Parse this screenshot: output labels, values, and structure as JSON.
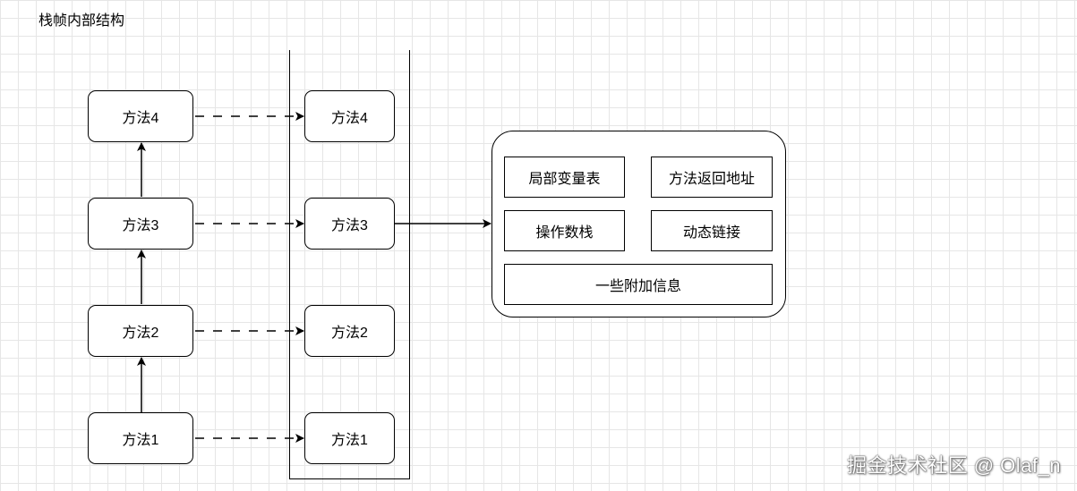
{
  "title": "栈帧内部结构",
  "calls": {
    "m4": "方法4",
    "m3": "方法3",
    "m2": "方法2",
    "m1": "方法1"
  },
  "stack": {
    "m4": "方法4",
    "m3": "方法3",
    "m2": "方法2",
    "m1": "方法1"
  },
  "frame": {
    "local_vars": "局部变量表",
    "return_addr": "方法返回地址",
    "operand_stack": "操作数栈",
    "dynamic_link": "动态链接",
    "extra_info": "一些附加信息"
  },
  "watermark": "掘金技术社区 @ Olaf_n"
}
